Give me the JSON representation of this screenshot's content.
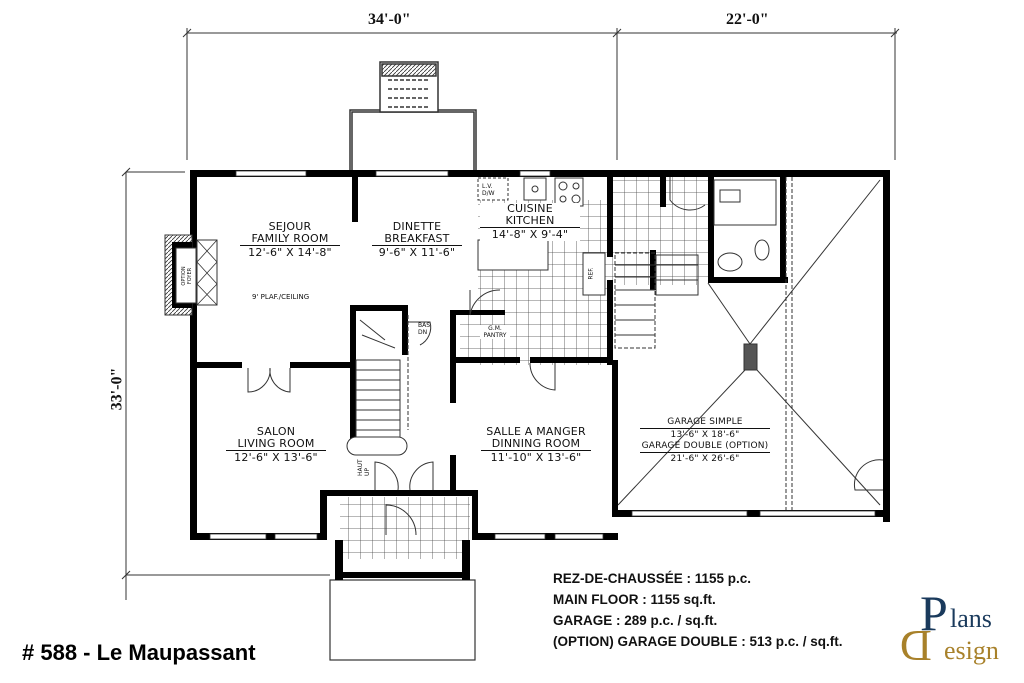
{
  "plan": {
    "dimensions": {
      "width_left": "34'-0\"",
      "width_right": "22'-0\"",
      "depth": "33'-0\""
    },
    "rooms": [
      {
        "name_fr": "SEJOUR",
        "name_en": "FAMILY ROOM",
        "size": "12'-6\" X 14'-8\""
      },
      {
        "name_fr": "DINETTE",
        "name_en": "BREAKFAST",
        "size": "9'-6\" X 11'-6\""
      },
      {
        "name_fr": "CUISINE",
        "name_en": "KITCHEN",
        "size": "14'-8\" X 9'-4\""
      },
      {
        "name_fr": "SALON",
        "name_en": "LIVING ROOM",
        "size": "12'-6\" X 13'-6\""
      },
      {
        "name_fr": "SALLE A MANGER",
        "name_en": "DINNING ROOM",
        "size": "11'-10\" X 13'-6\""
      },
      {
        "name_fr": "GARAGE SIMPLE",
        "size": "13'-6\" X 18'-6\"",
        "name_option": "GARAGE DOUBLE (OPTION)",
        "size_option": "21'-6\" X 26'-6\""
      }
    ],
    "annotations": {
      "ceiling": "9' PLAF./CEILING",
      "fireplace": "OPTION FOYER",
      "pantry": "G.M. PANTRY",
      "stairs_down": "BAS DN",
      "stairs_up": "HAUT UP",
      "dishwasher": "L.V. D/W",
      "fridge": "REF."
    }
  },
  "footer": {
    "title": "# 588 - Le Maupassant",
    "areas": [
      "REZ-DE-CHAUSSÉE : 1155 p.c.",
      "MAIN FLOOR : 1155 sq.ft.",
      "GARAGE : 289 p.c. / sq.ft.",
      "(OPTION) GARAGE DOUBLE : 513 p.c. / sq.ft."
    ]
  },
  "logo": {
    "line1_initial": "P",
    "line1_rest": "lans",
    "line2_initial": "D",
    "line2_rest": "esign",
    "color_primary": "#1a3a5c",
    "color_secondary": "#a8812a"
  }
}
